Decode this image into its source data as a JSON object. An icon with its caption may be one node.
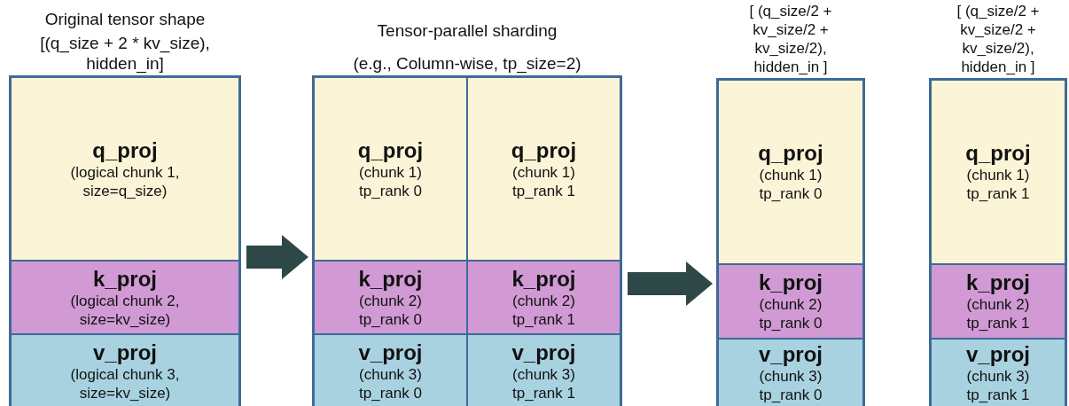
{
  "diagram": {
    "nodes": [
      {
        "text": [
          "Original tensor shape",
          "[(q_size + 2 * kv_size), hidden_in]"
        ]
      },
      {
        "text": [
          "q_proj",
          "(logical chunk 1, size=q_size)"
        ],
        "in": 0
      },
      {
        "text": [
          "k_proj",
          "(logical chunk 2, size=kv_size)"
        ],
        "in": 0
      },
      {
        "text": [
          "v_proj",
          "(logical chunk 3, size=kv_size)"
        ],
        "in": 0
      },
      {
        "text": [
          "Tensor-parallel sharding",
          "(e.g., Column-wise, tp_size=2)"
        ]
      },
      {
        "text": [
          "q_proj",
          "(chunk 1)",
          "tp_rank 0"
        ],
        "in": 4
      },
      {
        "text": [
          "q_proj",
          "(chunk 1)",
          "tp_rank 1"
        ],
        "in": 4
      },
      {
        "text": [
          "k_proj",
          "(chunk 2)",
          "tp_rank 0"
        ],
        "in": 4
      },
      {
        "text": [
          "k_proj",
          "(chunk 2)",
          "tp_rank 1"
        ],
        "in": 4
      },
      {
        "text": [
          "v_proj",
          "(chunk 3)",
          "tp_rank 0"
        ],
        "in": 4
      },
      {
        "text": [
          "v_proj",
          "(chunk 3)",
          "tp_rank 1"
        ],
        "in": 4
      },
      {
        "text": [
          "[ (q_size/2 + kv_size/2 + kv_size/2), hidden_in ]"
        ]
      },
      {
        "text": [
          "q_proj",
          "(chunk 1)",
          "tp_rank 0"
        ],
        "in": 11
      },
      {
        "text": [
          "k_proj",
          "(chunk 2)",
          "tp_rank 0"
        ],
        "in": 11
      },
      {
        "text": [
          "v_proj",
          "(chunk 3)",
          "tp_rank 0"
        ],
        "in": 11
      },
      {
        "text": [
          "[ (q_size/2 + kv_size/2 + kv_size/2), hidden_in ]"
        ]
      },
      {
        "text": [
          "q_proj",
          "(chunk 1)",
          "tp_rank 1"
        ],
        "in": 15
      },
      {
        "text": [
          "k_proj",
          "(chunk 2)",
          "tp_rank 1"
        ],
        "in": 15
      },
      {
        "text": [
          "v_proj",
          "(chunk 3)",
          "tp_rank 1"
        ],
        "in": 15
      }
    ],
    "edges": [
      {
        "from": 0,
        "to": 4,
        "arrow": "to"
      },
      {
        "from": 4,
        "to": 11,
        "arrow": "to"
      }
    ]
  }
}
